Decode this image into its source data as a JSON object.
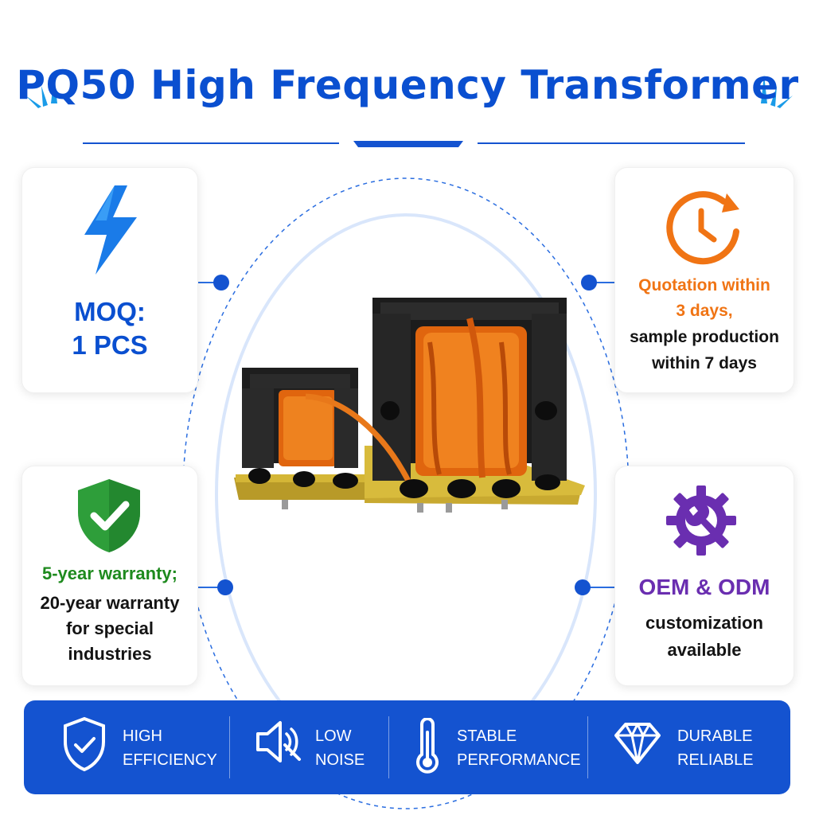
{
  "title": "PQ50 High Frequency Transformer",
  "colors": {
    "brand_blue": "#0a4fd0",
    "bar_blue": "#1453d0",
    "orange": "#f07414",
    "green": "#1e8a1e",
    "purple": "#6a2eb0"
  },
  "cards": {
    "moq": {
      "icon": "lightning-icon",
      "line1": "MOQ:",
      "line2": "1 PCS"
    },
    "quote": {
      "icon": "clock-icon",
      "highlight1": "Quotation within",
      "highlight2": "3 days,",
      "line1": "sample production",
      "line2": "within 7 days"
    },
    "warranty": {
      "icon": "shield-check-icon",
      "highlight": "5-year warranty;",
      "line1": "20-year warranty",
      "line2": "for special",
      "line3": "industries"
    },
    "oem": {
      "icon": "gear-wrench-icon",
      "highlight": "OEM & ODM",
      "line1": "customization",
      "line2": "available"
    }
  },
  "features": [
    {
      "icon": "shield-check-icon",
      "line1": "HIGH",
      "line2": "EFFICIENCY"
    },
    {
      "icon": "speaker-mute-icon",
      "line1": "LOW",
      "line2": "NOISE"
    },
    {
      "icon": "thermometer-icon",
      "line1": "STABLE",
      "line2": "PERFORMANCE"
    },
    {
      "icon": "diamond-icon",
      "line1": "DURABLE",
      "line2": "RELIABLE"
    }
  ],
  "product_image": "transformer-product-photo"
}
